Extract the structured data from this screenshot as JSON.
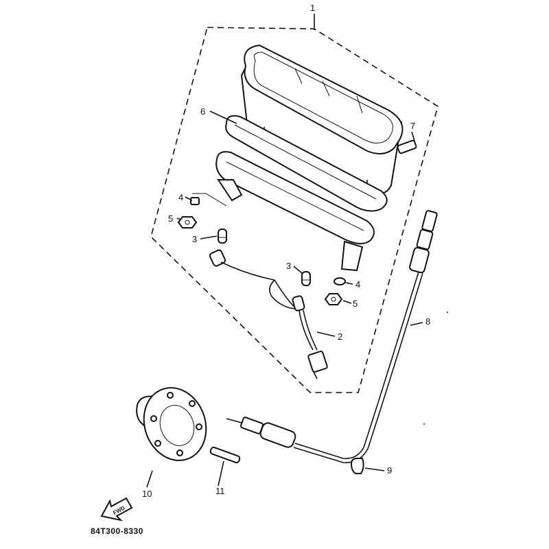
{
  "diagram": {
    "drawing_code": "84T300-8330",
    "fwd_arrow_text": "FWD",
    "callouts": {
      "p1": "1",
      "p2": "2",
      "p3a": "3",
      "p3b": "3",
      "p4a": "4",
      "p4b": "4",
      "p5a": "5",
      "p5b": "5",
      "p6": "6",
      "p7": "7",
      "p8": "8",
      "p9": "9",
      "p10": "10",
      "p11": "11"
    }
  }
}
